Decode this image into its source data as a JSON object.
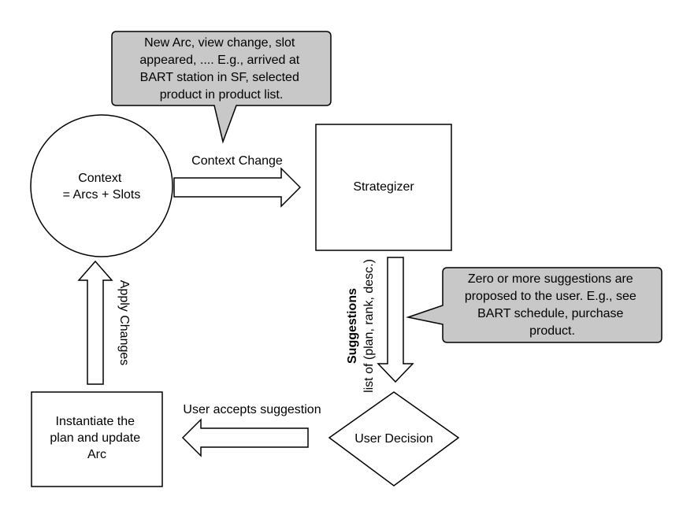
{
  "callout_top": {
    "lines": [
      "New Arc, view change, slot",
      "appeared, .... E.g., arrived at",
      "BART station in SF, selected",
      "product in product list."
    ]
  },
  "callout_right": {
    "lines": [
      "Zero or more suggestions are",
      "proposed to the user. E.g., see",
      "BART schedule, purchase",
      "product."
    ]
  },
  "context": {
    "lines": [
      "Context",
      "= Arcs + Slots"
    ]
  },
  "strategizer": {
    "label": "Strategizer"
  },
  "user_decision": {
    "label": "User Decision"
  },
  "instantiate": {
    "lines": [
      "Instantiate the",
      "plan and update",
      "Arc"
    ]
  },
  "edges": {
    "context_change": "Context Change",
    "suggestions_title": "Suggestions",
    "suggestions_detail": "list of (plan, rank, desc.)",
    "user_accepts": "User accepts suggestion",
    "apply_changes": "Apply Changes"
  },
  "colors": {
    "callout_fill": "#c8c8c8",
    "stroke": "#000000",
    "background": "#ffffff"
  }
}
